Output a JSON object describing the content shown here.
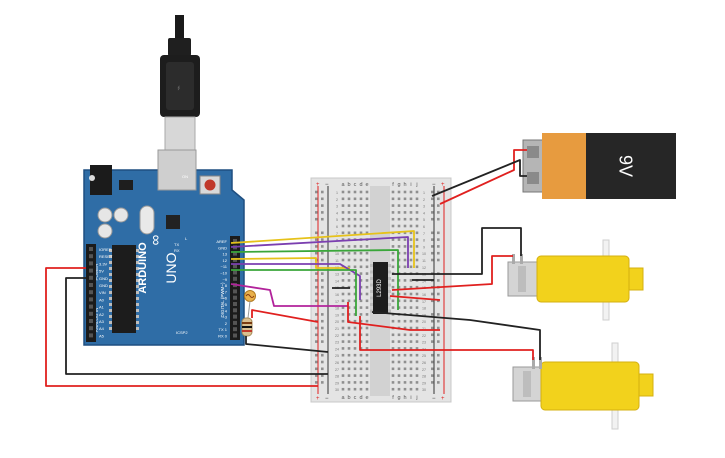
{
  "arduino": {
    "brand": "ARDUINO",
    "model": "UNO",
    "digital_label": "DIGITAL (PWM~)",
    "power_label": "POWER",
    "analog_label": "ANALOG IN",
    "top_pins": [
      "AREF",
      "GND",
      "13",
      "12",
      "~11",
      "~10",
      "~9",
      "8",
      "7",
      "~6",
      "~5",
      "4",
      "~3",
      "2",
      "TX 1",
      "RX 0"
    ],
    "left_pins": [
      "IOREF",
      "RESET",
      "3.3V",
      "5V",
      "GND",
      "GND",
      "VIN",
      "A0",
      "A1",
      "A2",
      "A3",
      "A4",
      "A5"
    ],
    "on_label": "ON",
    "tx_label": "TX",
    "rx_label": "RX",
    "l_label": "L",
    "icsp_label": "ICSP2"
  },
  "breadboard": {
    "col_letters_left": [
      "a",
      "b",
      "c",
      "d",
      "e"
    ],
    "col_letters_right": [
      "f",
      "g",
      "h",
      "i",
      "j"
    ],
    "rail_plus": "+",
    "rail_minus": "−",
    "row_count": 30
  },
  "chip": {
    "label": "L293D"
  },
  "battery": {
    "label": "9V"
  },
  "colors": {
    "arduino_board": "#2f6da6",
    "arduino_edge": "#1f4f80",
    "wire_red": "#e0201f",
    "wire_black": "#222222",
    "wire_yellow": "#e6c21a",
    "wire_purple": "#7b3fb0",
    "wire_green": "#3aa63a",
    "wire_magenta": "#b2239b",
    "motor_yellow": "#f2d21c",
    "battery_orange": "#e79b3f",
    "battery_black": "#262626"
  }
}
